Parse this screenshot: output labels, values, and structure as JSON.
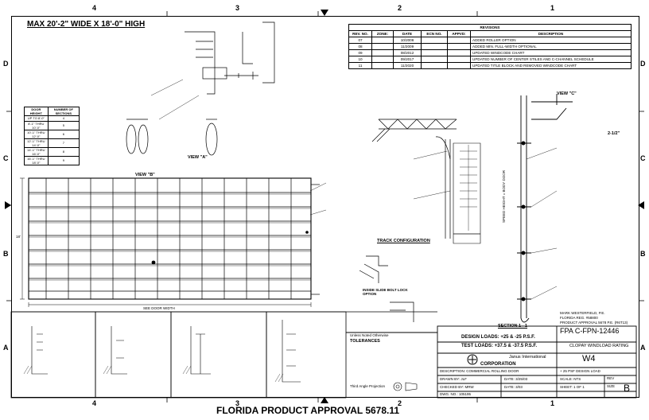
{
  "zones": {
    "top": [
      "4",
      "3",
      "2",
      "1"
    ],
    "bottom": [
      "4",
      "3",
      "2",
      "1"
    ],
    "left": [
      "D",
      "C",
      "B",
      "A"
    ],
    "right": [
      "D",
      "C",
      "B",
      "A"
    ]
  },
  "drawing": {
    "main_title": "MAX 20'-2\" WIDE X 18'-0\" HIGH",
    "section_label": "SECTION 1 - 1",
    "section_view_c": "VIEW \"C\"",
    "view_b": "VIEW \"B\"",
    "view_a": "VIEW \"A\"",
    "track_config": "TRACK CONFIGURATION",
    "inside_slide_bolt": "INSIDE SLIDE BOLT LOCK OPTION",
    "hood_label": "SPEED HEIGHT = BODY DOOR",
    "dim_2_half": "2-1/2\"",
    "dim_18": "18'",
    "bottom_width_label": "SEE DOOR WIDTH"
  },
  "revisions": {
    "title": "REVISIONS",
    "headers": [
      "REV. NO.",
      "ZONE:",
      "DATE",
      "ECN NO.",
      "APPVD:",
      "DESCRIPTION"
    ],
    "rows": [
      [
        "07",
        "",
        "10/2006",
        "",
        "",
        "ADDED ROLLER OPTION"
      ],
      [
        "08",
        "",
        "11/2009",
        "",
        "",
        "ADDED MIN. FULL-WIDTH OPTIONAL"
      ],
      [
        "09",
        "",
        "08/2012",
        "",
        "",
        "UPDATED WINDCODE CHART"
      ],
      [
        "10",
        "",
        "09/2017",
        "",
        "",
        "UPDATED NUMBER OF CENTER STILES AND C-CHANNEL SCHEDULE"
      ],
      [
        "11",
        "",
        "11/2020",
        "",
        "",
        "UPDATED TITLE BLOCK AND REMOVED WINDCODE CHART"
      ]
    ]
  },
  "title_block": {
    "engineer": "MARK WESTERFIELD, P.E.",
    "florida_reg": "FLORIDA REG. #58800",
    "approval": "PRODUCT APPROVAL 5678 P.E. (R6T13)",
    "fpa_number": "FPA C-FPN-12446",
    "design_loads": "DESIGN LOADS: +25 & -25 P.S.F.",
    "test_loads": "TEST LOADS: +37.5 & -37.5 P.S.F.",
    "company": "CORPORATION",
    "company_line2": "Janus International",
    "windload_rating_label": "CLOPAY WINDLOAD RATING",
    "windload_rating": "W4",
    "description": "DESCRIPTION: COMMERCIAL ROLLING DOOR",
    "drawn_by": "DRAWN BY: JLF",
    "checked_by": "CHECKED BY: MRW",
    "date": "DATE: 3/25/03",
    "date2": "DATE: 3/03",
    "scale": "SCALE: NTS",
    "sheet": "SHEET: 1 OF 1",
    "dwg_no": "DWG. NO.: 105195",
    "psf_note": "+ 25 PSF DESIGN LOAD",
    "rev_label": "REV",
    "size_label": "SIZE",
    "size": "B",
    "tolerances": "TOLERANCES",
    "unless": "Unless Noted Otherwise",
    "third_angle": "Third Angle Projection"
  },
  "footer": {
    "florida_approval": "FLORIDA PRODUCT APPROVAL 5678.11"
  },
  "wind_table": {
    "headers": [
      "DOOR HEIGHT",
      "NUMBER OF SECTIONS"
    ],
    "rows": [
      [
        "UP TO 8'-0\"",
        "4"
      ],
      [
        "8'-1\" THRU 10'-0\"",
        "5"
      ],
      [
        "10'-1\" THRU 12'-0\"",
        "6"
      ],
      [
        "12'-1\" THRU 14'-0\"",
        "7"
      ],
      [
        "14'-1\" THRU 16'-0\"",
        "8"
      ],
      [
        "16'-1\" THRU 18'-0\"",
        "9"
      ]
    ]
  }
}
